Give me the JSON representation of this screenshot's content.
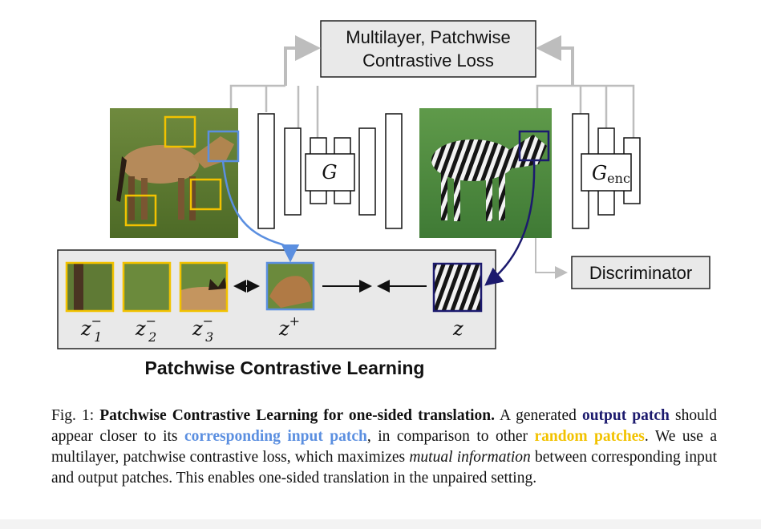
{
  "loss_box": {
    "line1": "Multilayer, Patchwise",
    "line2": "Contrastive Loss"
  },
  "generator": {
    "label": "G"
  },
  "encoder": {
    "label_main": "G",
    "label_sub": "enc"
  },
  "discriminator": {
    "label": "Discriminator"
  },
  "patches": {
    "neg1": {
      "base": "z",
      "sub": "1",
      "sup": "−"
    },
    "neg2": {
      "base": "z",
      "sub": "2",
      "sup": "−"
    },
    "neg3": {
      "base": "z",
      "sub": "3",
      "sup": "−"
    },
    "pos": {
      "base": "z",
      "sup": "+"
    },
    "query": {
      "base": "z"
    }
  },
  "panel_title": "Patchwise Contrastive Learning",
  "caption": {
    "fig": "Fig. 1:",
    "title": "Patchwise Contrastive Learning for one-sided translation.",
    "t1": " A generated ",
    "output_patch": "output patch",
    "t2": " should appear closer to its ",
    "input_patch": "corresponding input patch",
    "t3": ", in comparison to other ",
    "random_patches": "random patches",
    "t4": ". We use a multilayer, patchwise contrastive loss, which maximizes ",
    "mutual_info": "mutual information",
    "t5": " between corresponding input and output patches. This enables one-sided translation in the unpaired setting."
  },
  "colors": {
    "input_patch": "#5b8fe0",
    "output_patch": "#1c1a6e",
    "random_patch": "#f2c200",
    "arrow_gray": "#bdbdbd"
  }
}
